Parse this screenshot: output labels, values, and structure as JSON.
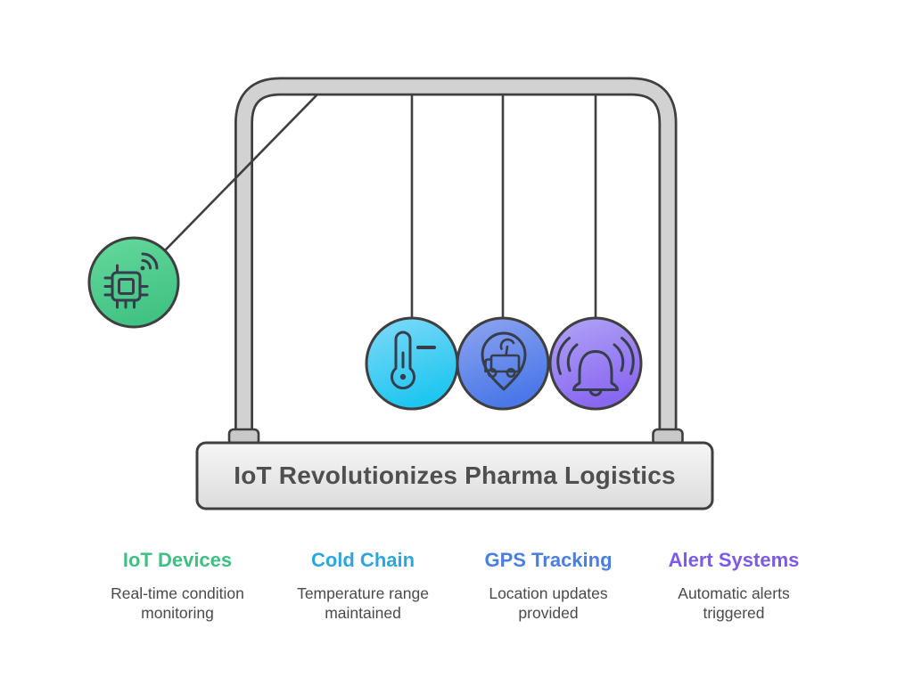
{
  "banner": {
    "title": "IoT Revolutionizes Pharma Logistics",
    "text_color": "#4F4F4F",
    "fill_top": "#F6F6F6",
    "fill_bottom": "#DCDCDC"
  },
  "cradle": {
    "frame_fill": "#D2D2D2",
    "outline_color": "#3F3F3F",
    "icon_stroke": "#363D4B",
    "balls": [
      {
        "id": "iot-devices",
        "icon": "chip-wifi-icon",
        "gradient_top": "#66D99C",
        "gradient_bottom": "#41C384",
        "position": "swung-left"
      },
      {
        "id": "cold-chain",
        "icon": "thermometer-icon",
        "gradient_top": "#82DAF8",
        "gradient_bottom": "#1FC6F0",
        "position": "hanging"
      },
      {
        "id": "gps-tracking",
        "icon": "location-pin-truck-icon",
        "gradient_top": "#90A5F0",
        "gradient_bottom": "#4A78E8",
        "position": "hanging"
      },
      {
        "id": "alert-systems",
        "icon": "bell-alert-icon",
        "gradient_top": "#B2A5F6",
        "gradient_bottom": "#8968F1",
        "position": "hanging"
      }
    ]
  },
  "columns": [
    {
      "heading": "IoT Devices",
      "color": "#3EC084",
      "caption": "Real-time condition monitoring"
    },
    {
      "heading": "Cold Chain",
      "color": "#2AA7DE",
      "caption": "Temperature range maintained"
    },
    {
      "heading": "GPS Tracking",
      "color": "#4B7EE1",
      "caption": "Location updates provided"
    },
    {
      "heading": "Alert Systems",
      "color": "#7B5AE5",
      "caption": "Automatic alerts triggered"
    }
  ]
}
